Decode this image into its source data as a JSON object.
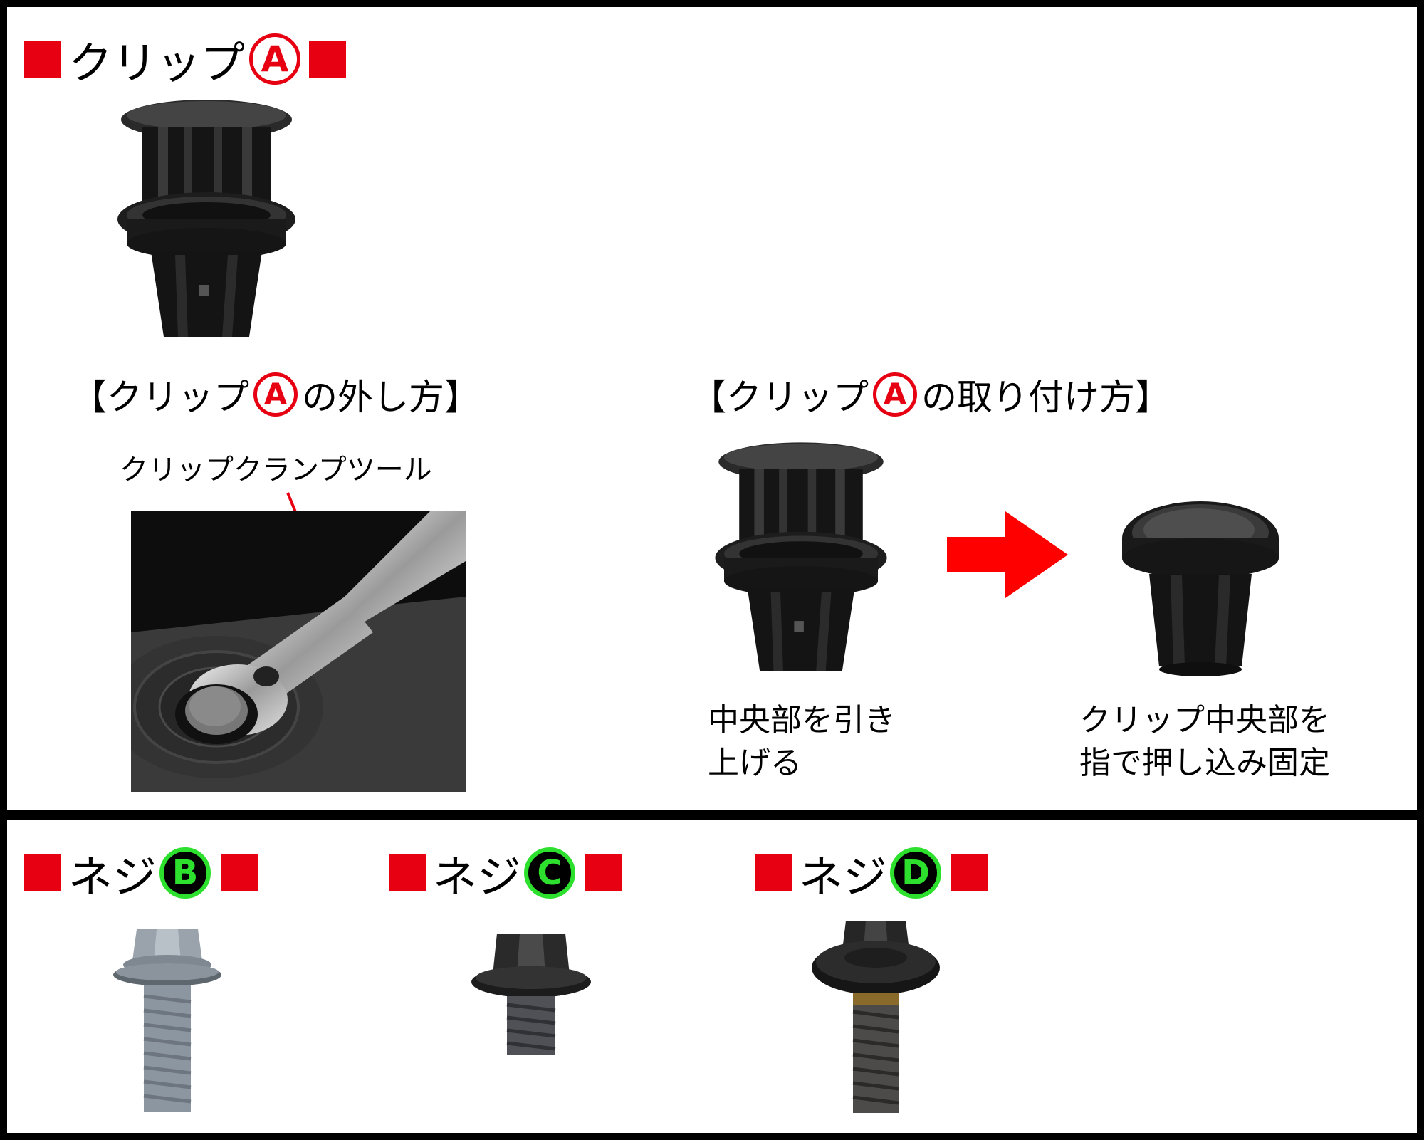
{
  "clip_section": {
    "title": "クリップ",
    "badge": "A",
    "removal_heading": {
      "open_bracket": "【",
      "prefix": "クリップ",
      "badge": "A",
      "suffix": "の外し方",
      "close_bracket": "】"
    },
    "tool_label": "クリップクランプツール",
    "install_heading": {
      "open_bracket": "【",
      "prefix": "クリップ",
      "badge": "A",
      "suffix": "の取り付け方",
      "close_bracket": "】"
    },
    "step1_caption": [
      "中央部を引き",
      "上げる"
    ],
    "step2_caption": [
      "クリップ中央部を",
      "指で押し込み固定"
    ]
  },
  "screws": [
    {
      "title": "ネジ",
      "badge": "B"
    },
    {
      "title": "ネジ",
      "badge": "C"
    },
    {
      "title": "ネジ",
      "badge": "D"
    }
  ],
  "colors": {
    "marker_red": "#e60012",
    "badge_green": "#2ee02e",
    "clip_black": "#1b1b1b",
    "zinc_gray": "#8c96a0"
  }
}
